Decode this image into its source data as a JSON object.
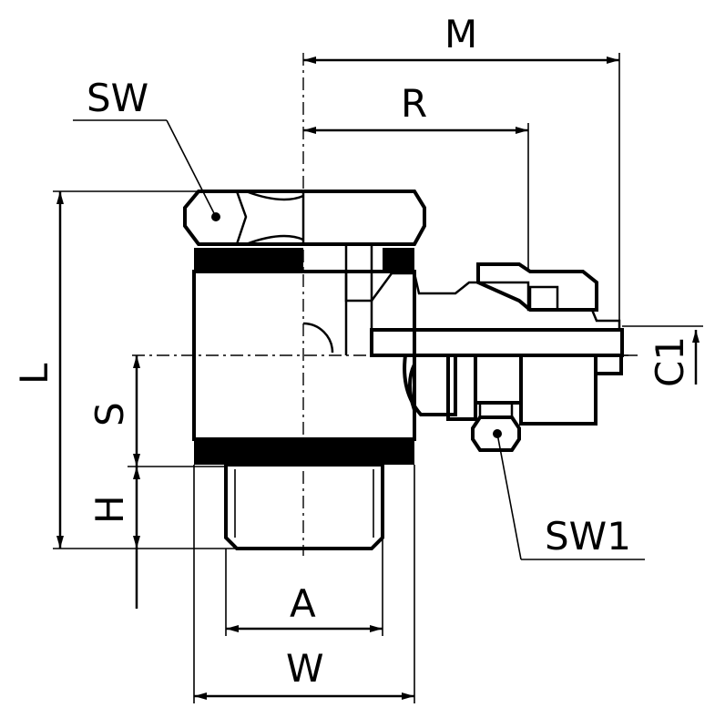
{
  "labels": {
    "sw": "SW",
    "sw1": "SW1",
    "m": "M",
    "r": "R",
    "l": "L",
    "s": "S",
    "h": "H",
    "c1": "C1",
    "a": "A",
    "w": "W"
  },
  "colors": {
    "line": "#000000",
    "background": "#ffffff"
  }
}
